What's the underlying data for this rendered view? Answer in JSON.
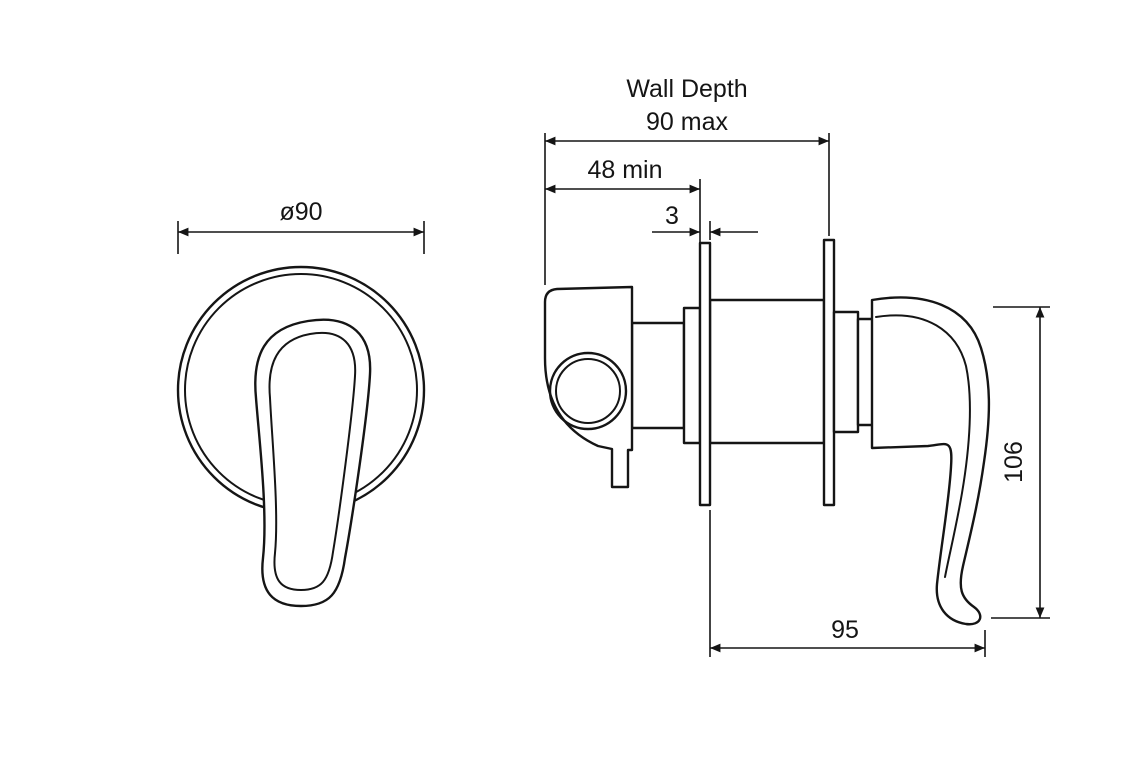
{
  "drawing": {
    "front_view": {
      "diameter_label": "ø90"
    },
    "side_view": {
      "wall_depth_title": "Wall Depth",
      "wall_depth_value": "90 max",
      "min_depth": "48 min",
      "plate_thickness": "3",
      "handle_projection": "95",
      "height": "106"
    },
    "colors": {
      "line": "#151515",
      "background": "#ffffff"
    }
  }
}
